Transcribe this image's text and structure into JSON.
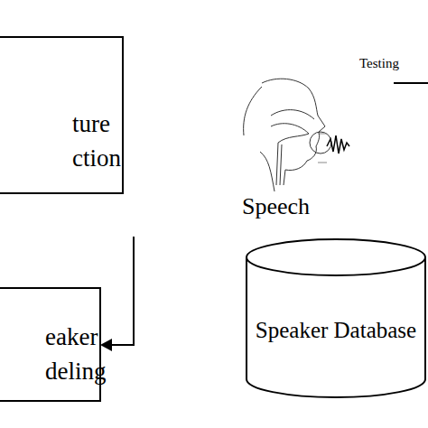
{
  "diagram": {
    "nodes": [
      {
        "text": [
          "ture ction"
        ]
      },
      {
        "text": [
          "eaker deling"
        ]
      },
      {
        "text": [
          "Speaker Database"
        ]
      }
    ],
    "labels": [
      "Testing",
      "Speech"
    ]
  }
}
